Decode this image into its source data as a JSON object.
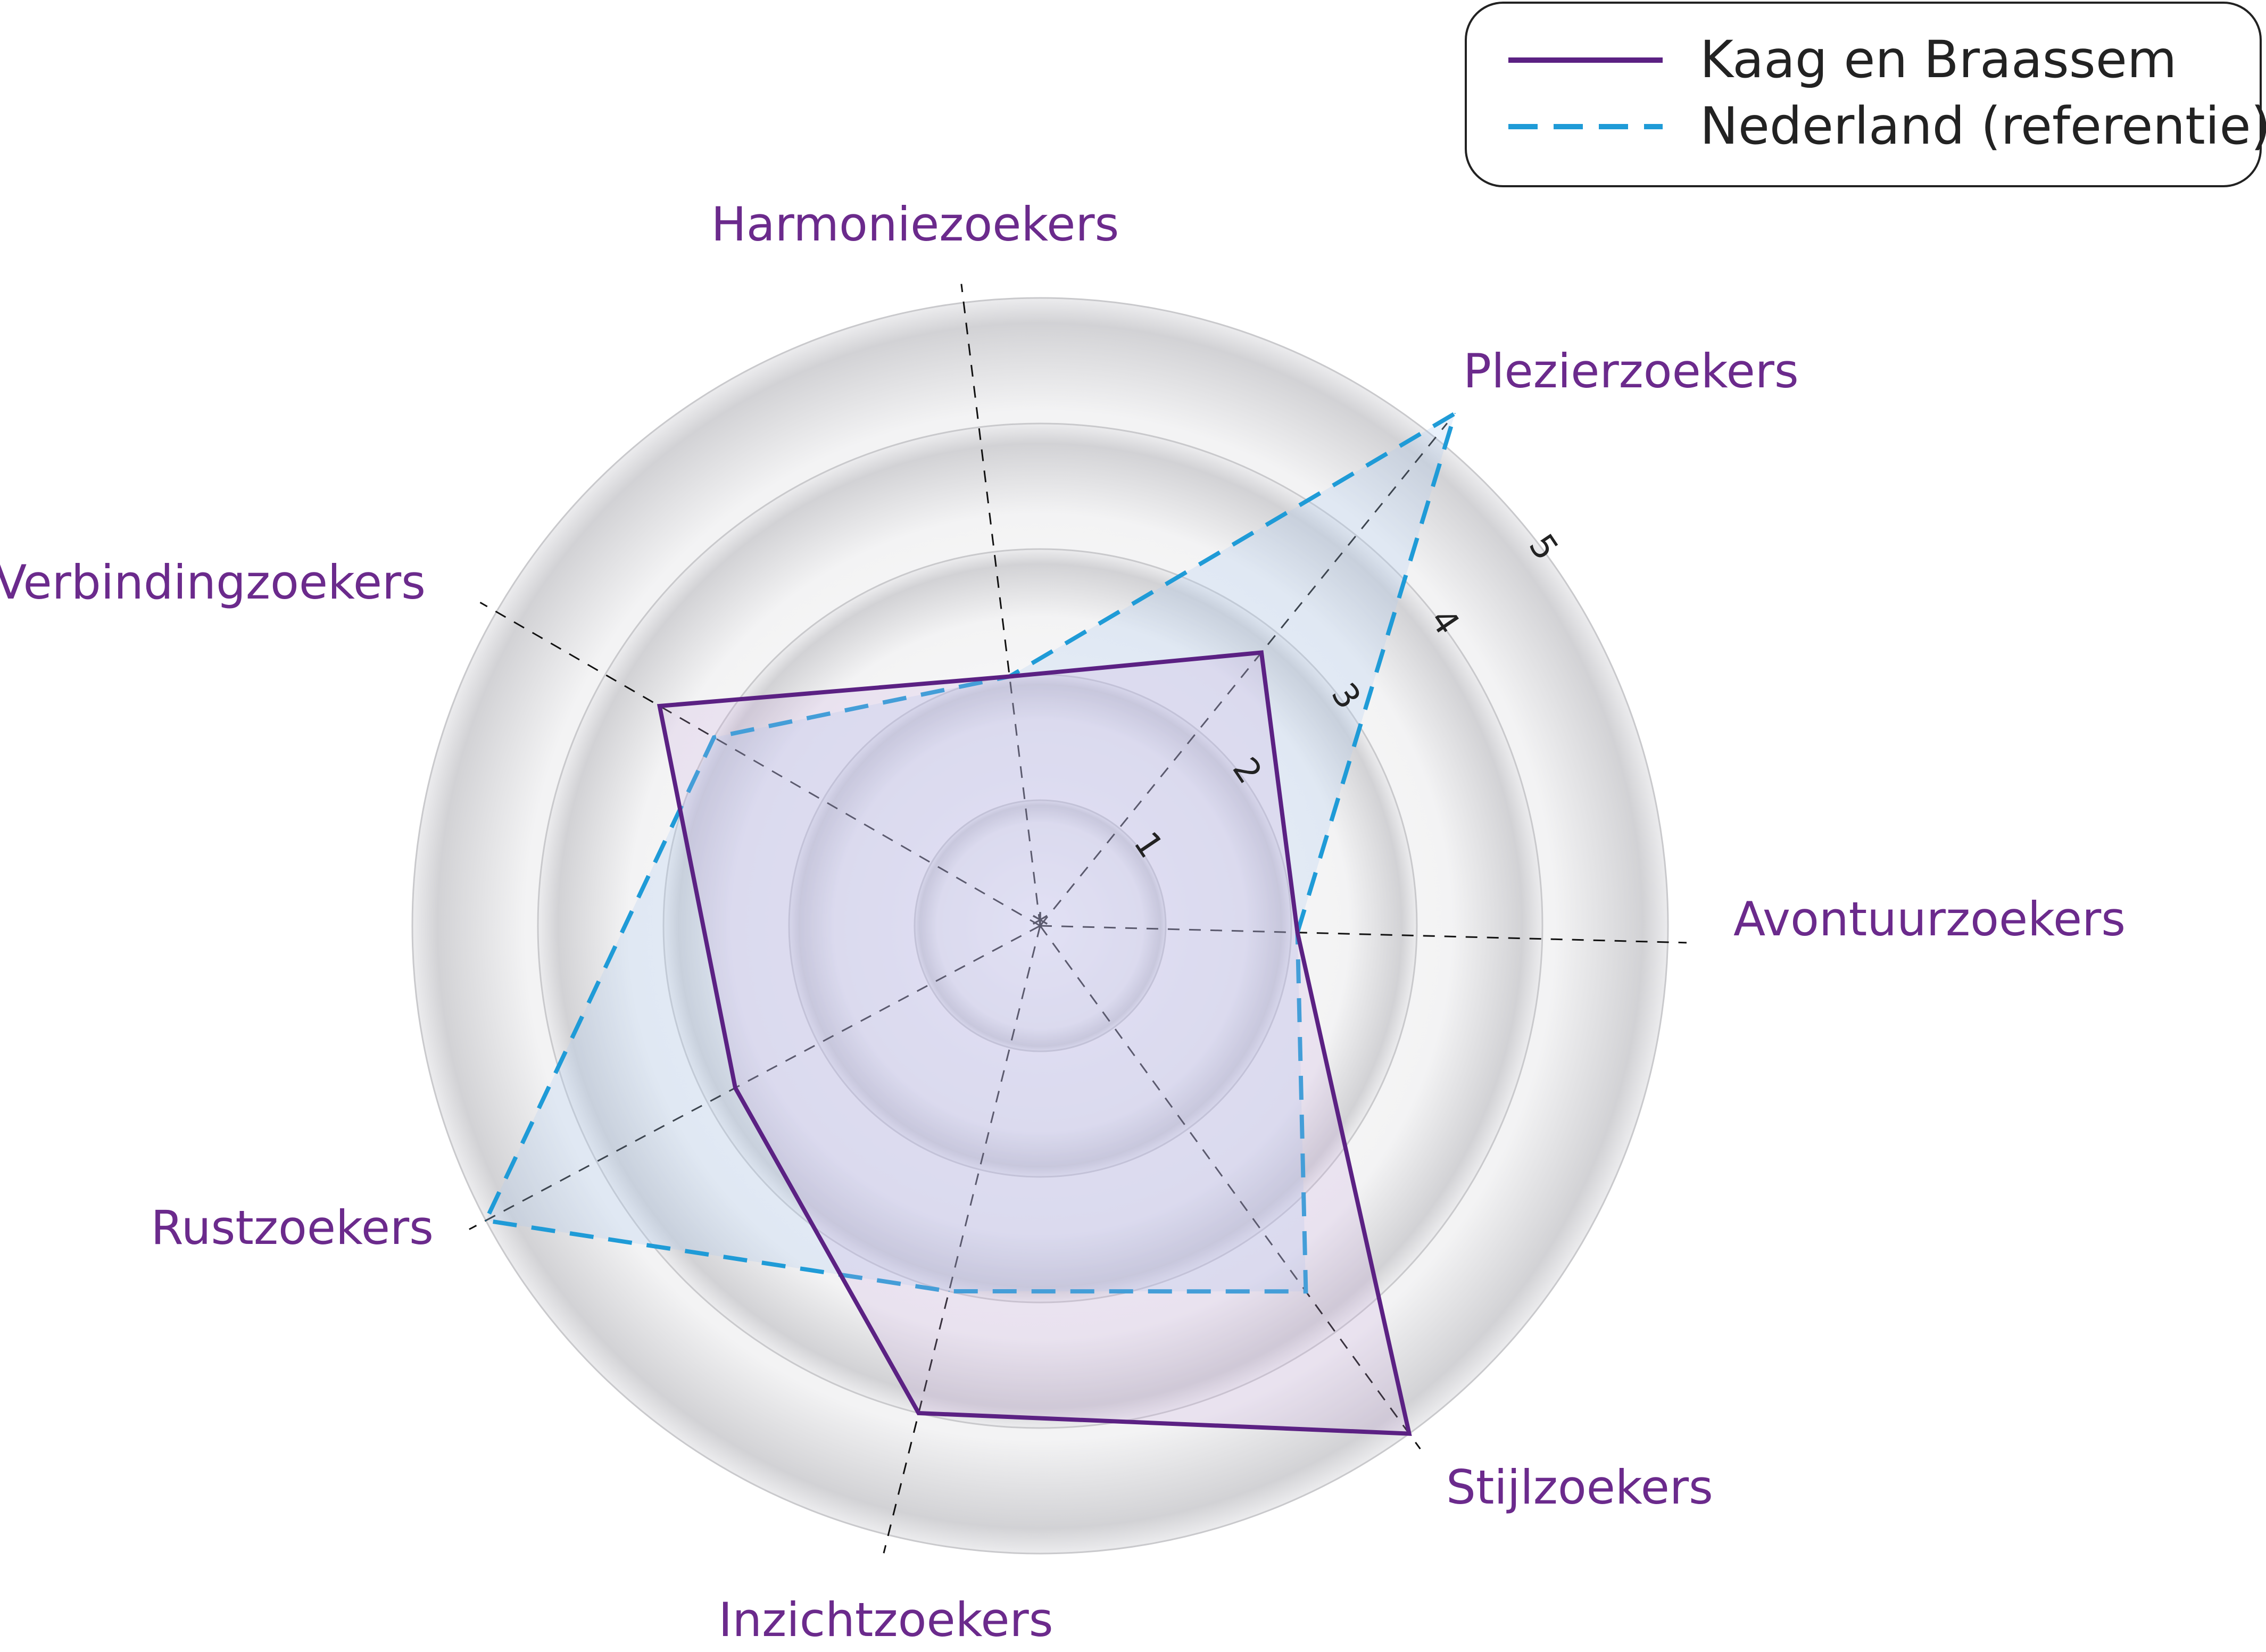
{
  "chart_data": {
    "type": "radar",
    "categories": [
      "Avontuurzoekers",
      "Plezierzoekers",
      "Harmoniezoekers",
      "Verbindingzoekers",
      "Rustzoekers",
      "Inzichtzoekers",
      "Stijlzoekers"
    ],
    "category_angles_deg": [
      -1.5,
      51,
      97,
      150,
      208,
      256,
      306
    ],
    "series": [
      {
        "name": "Kaag en Braassem",
        "values": [
          2.05,
          2.8,
          2.0,
          3.5,
          2.75,
          4.0,
          5.0
        ]
      },
      {
        "name": "Nederland (referentie)",
        "values": [
          2.05,
          5.25,
          2.0,
          3.0,
          5.0,
          3.0,
          3.6
        ]
      }
    ],
    "rlim": [
      0,
      5
    ],
    "ticks": [
      "1",
      "2",
      "3",
      "4",
      "5"
    ],
    "grid": true,
    "legend_position": "top-right"
  },
  "colors": {
    "series_1": "#5b2183",
    "series_2": "#1f9bd7",
    "label": "#6b2a8c",
    "ring_outer": "#d9d9db",
    "ring_inner": "#cfcfd3"
  }
}
